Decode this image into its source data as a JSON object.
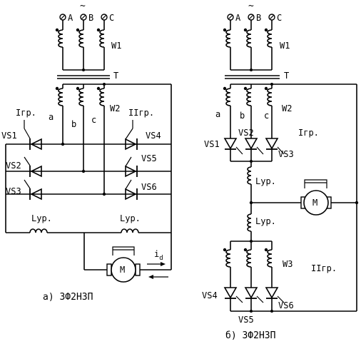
{
  "diagrams": {
    "a": {
      "caption": "а) 3Ф2Н3П",
      "phase_labels": [
        "А",
        "В",
        "С"
      ],
      "primary_winding": "W1",
      "transformer": "T",
      "secondary_taps": [
        "a",
        "b",
        "c"
      ],
      "secondary_winding": "W2",
      "group1": "Iгр.",
      "group2": "IIгр.",
      "thyristors_left": [
        "VS1",
        "VS2",
        "VS3"
      ],
      "thyristors_right": [
        "VS4",
        "VS5",
        "VS6"
      ],
      "reactor_left": "Lур.",
      "reactor_right": "Lур.",
      "motor": "М",
      "current": "i",
      "current_sub": "d"
    },
    "b": {
      "caption": "б) 3Ф2Н3П",
      "phase_labels": [
        "А",
        "В",
        "С"
      ],
      "primary_winding": "W1",
      "transformer": "T",
      "secondary_taps": [
        "a",
        "b",
        "c"
      ],
      "secondary_winding": "W2",
      "group1": "Iгр.",
      "thyristors_top": [
        "VS1",
        "VS2",
        "VS3"
      ],
      "reactor_top": "Lур.",
      "motor": "М",
      "reactor_bottom": "Lур.",
      "third_winding": "W3",
      "group2": "IIгр.",
      "thyristors_bottom": [
        "VS4",
        "VS5",
        "VS6"
      ]
    }
  },
  "ac_symbol": "~"
}
